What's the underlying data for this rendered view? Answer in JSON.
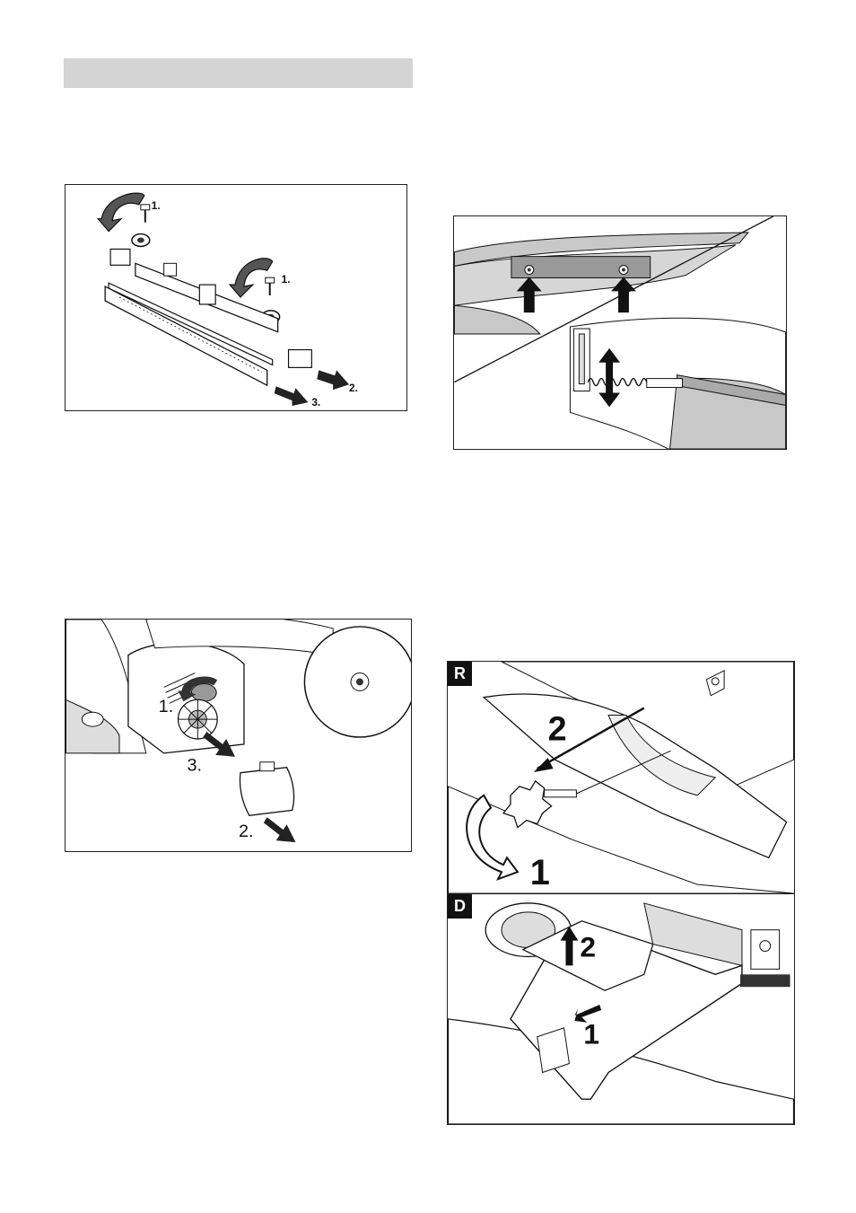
{
  "figure1": {
    "labels": {
      "step1a": "1.",
      "step1b": "1.",
      "step2": "2.",
      "step3": "3."
    }
  },
  "figure3": {
    "labels": {
      "step1": "1.",
      "step2": "2.",
      "step3": "3."
    }
  },
  "figure4": {
    "panel_r": {
      "badge": "R",
      "step1": "1",
      "step2": "2"
    },
    "panel_d": {
      "badge": "D",
      "step1": "1",
      "step2": "2"
    }
  },
  "colors": {
    "section_bar": "#d4d4d4",
    "border": "#222222",
    "shade": "#c8c8c8"
  }
}
